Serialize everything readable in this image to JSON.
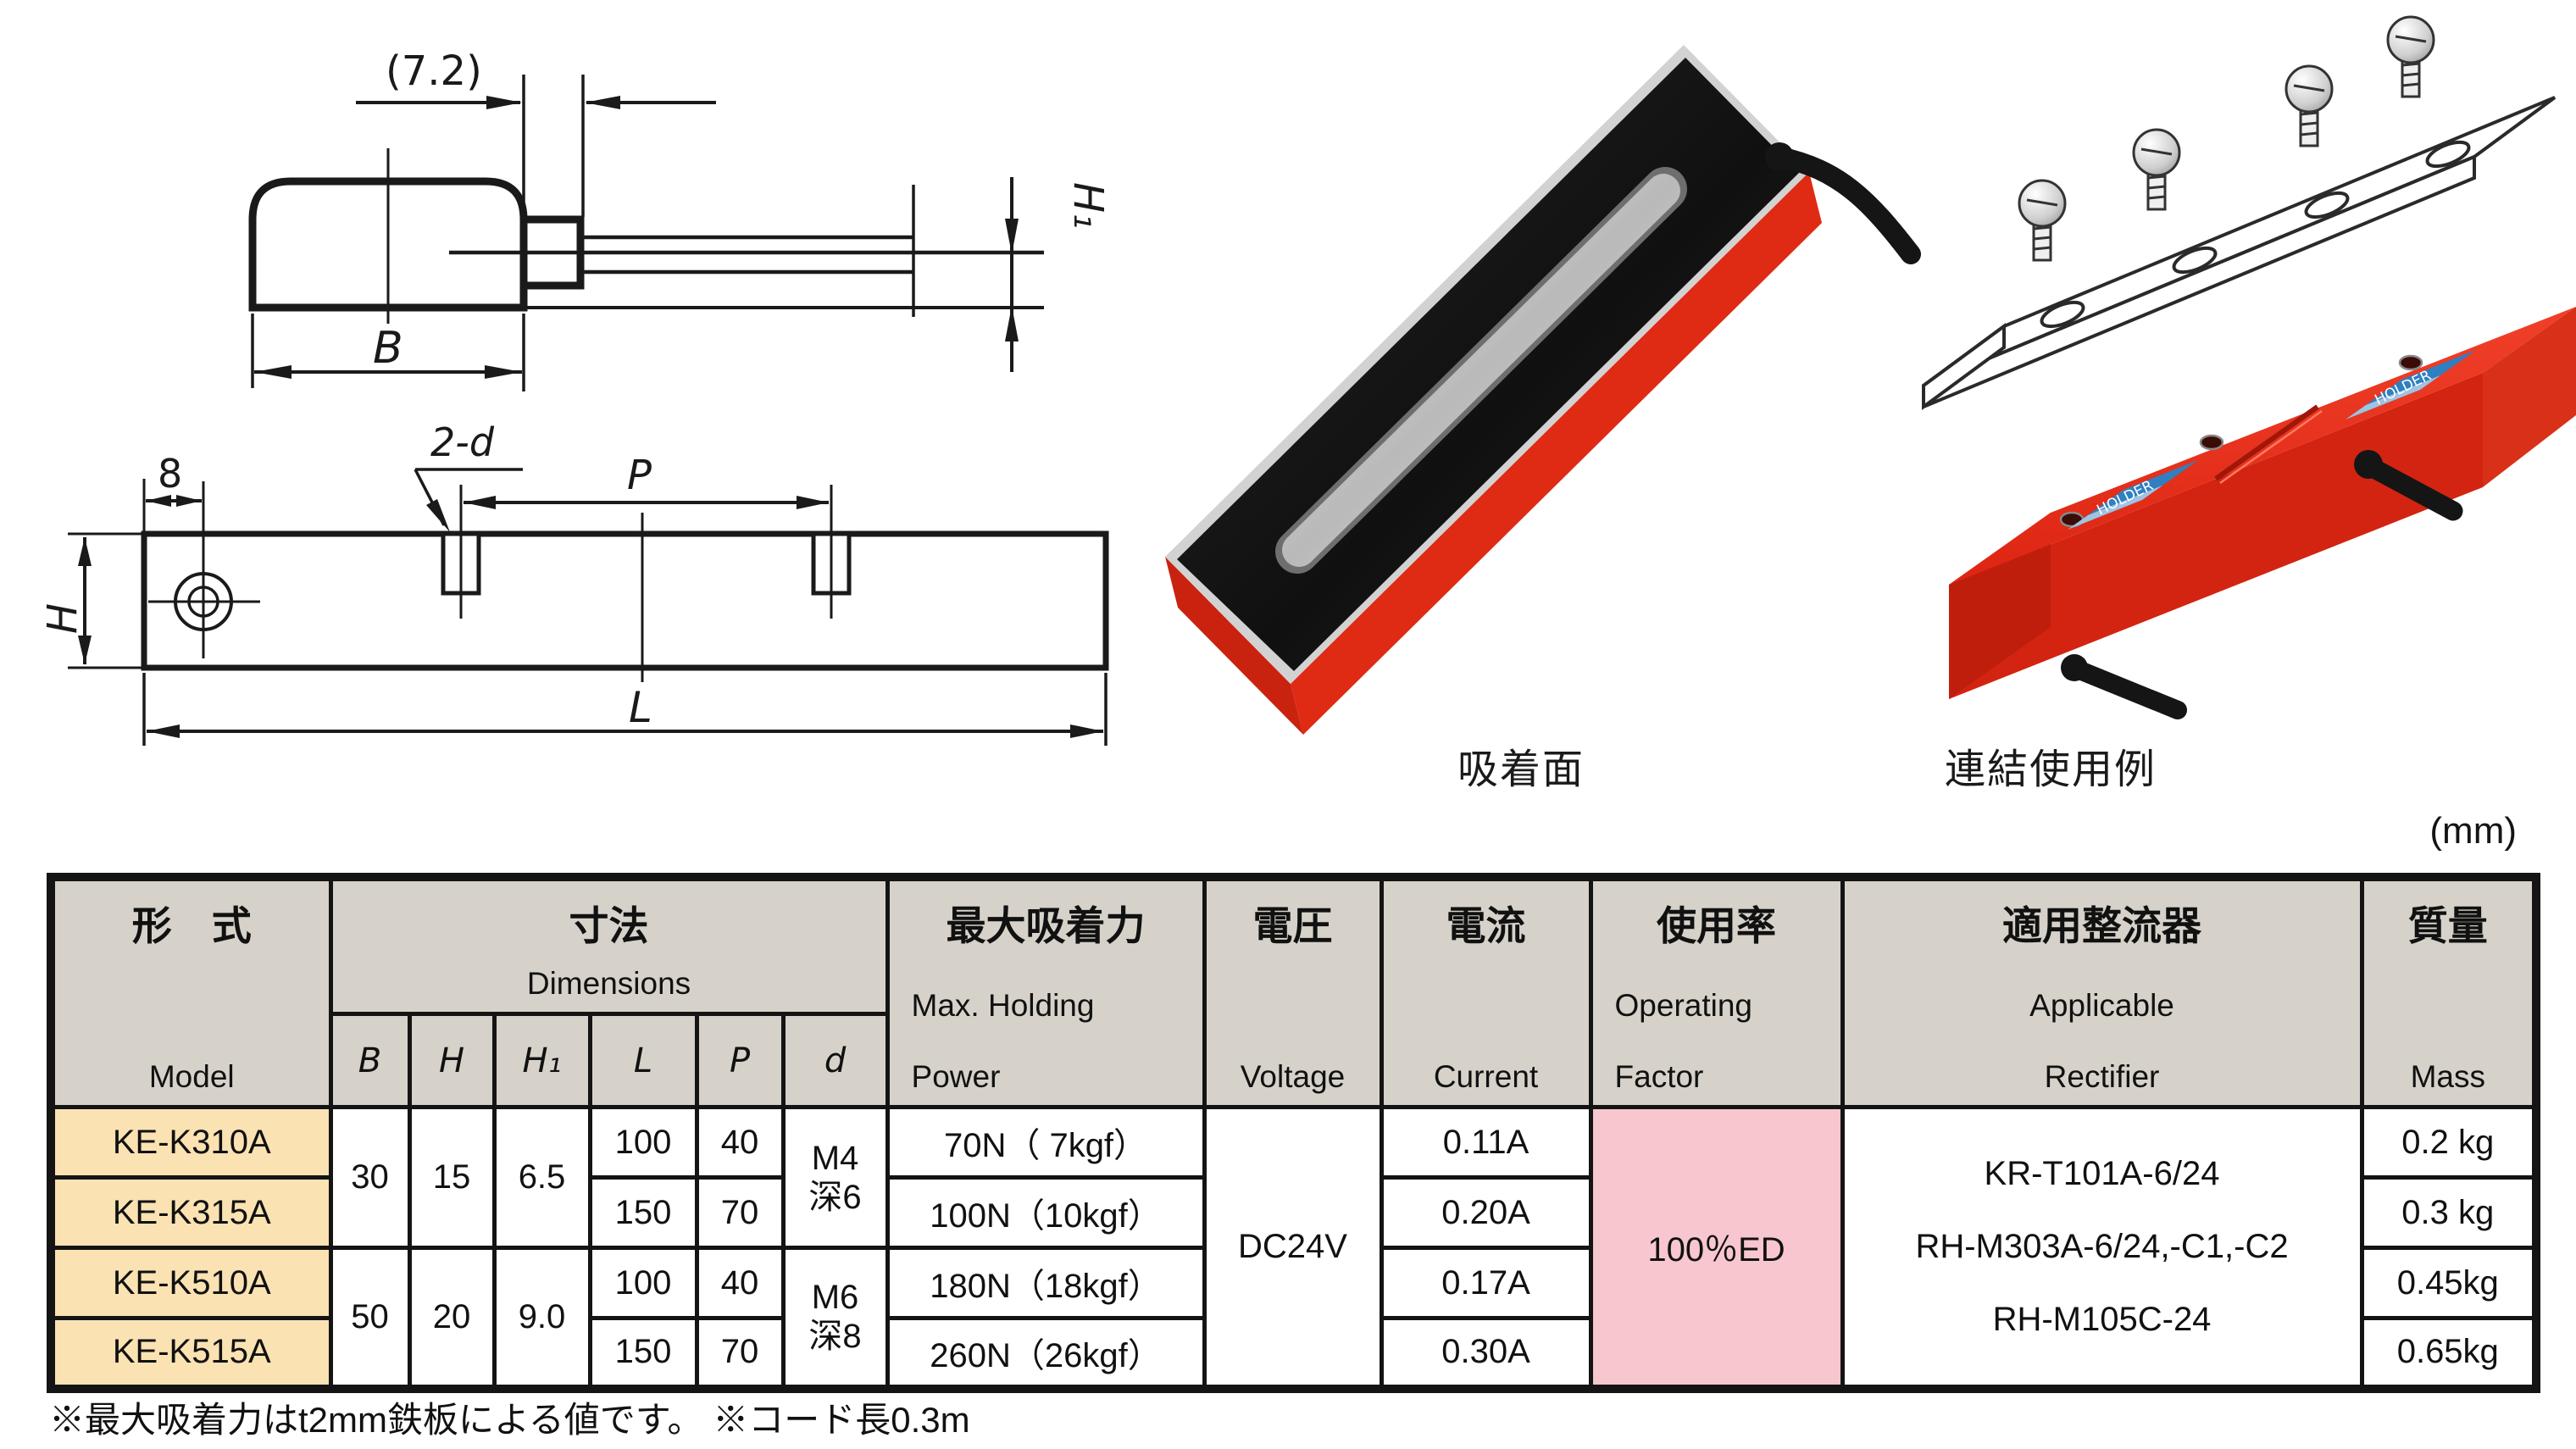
{
  "captions": {
    "adsorption_face": "吸着面",
    "linked_usage": "連結使用例",
    "unit": "(mm)",
    "holder_label": "HOLDER"
  },
  "drawings": {
    "side": {
      "dim_top": "(7.2)",
      "dim_width": "B",
      "dim_height": "H₁"
    },
    "plan": {
      "dim_edge": "8",
      "dim_height": "H",
      "dim_holes": "2-d",
      "dim_pitch": "P",
      "dim_length": "L"
    }
  },
  "table": {
    "header": {
      "model_jp": "形　式",
      "model_en": "Model",
      "dims_jp": "寸法",
      "dims_en": "Dimensions",
      "dim_letters": [
        "B",
        "H",
        "H₁",
        "L",
        "P",
        "d"
      ],
      "power_jp": "最大吸着力",
      "power_en1": "Max. Holding",
      "power_en2": "Power",
      "voltage_jp": "電圧",
      "voltage_en": "Voltage",
      "current_jp": "電流",
      "current_en": "Current",
      "duty_jp": "使用率",
      "duty_en1": "Operating",
      "duty_en2": "Factor",
      "rectifier_jp": "適用整流器",
      "rectifier_en1": "Applicable",
      "rectifier_en2": "Rectifier",
      "mass_jp": "質量",
      "mass_en": "Mass"
    },
    "rows": [
      {
        "model": "KE-K310A",
        "L": "100",
        "P": "40",
        "power": "70N（ 7kgf）",
        "current": "0.11A",
        "mass": "0.2  kg"
      },
      {
        "model": "KE-K315A",
        "L": "150",
        "P": "70",
        "power": "100N（10kgf）",
        "current": "0.20A",
        "mass": "0.3  kg"
      },
      {
        "model": "KE-K510A",
        "L": "100",
        "P": "40",
        "power": "180N（18kgf）",
        "current": "0.17A",
        "mass": "0.45kg"
      },
      {
        "model": "KE-K515A",
        "L": "150",
        "P": "70",
        "power": "260N（26kgf）",
        "current": "0.30A",
        "mass": "0.65kg"
      }
    ],
    "merged": {
      "B": [
        "30",
        "50"
      ],
      "H": [
        "15",
        "20"
      ],
      "H1": [
        "6.5",
        "9.0"
      ],
      "d": [
        {
          "l1": "M4",
          "l2": "深6"
        },
        {
          "l1": "M6",
          "l2": "深8"
        }
      ],
      "voltage": "DC24V",
      "duty": "100％ED",
      "rectifiers": [
        "KR-T101A-6/24",
        "RH-M303A-6/24,-C1,-C2",
        "RH-M105C-24"
      ]
    },
    "note": "※最大吸着力はt2mm鉄板による値です。 ※コード長0.3m"
  },
  "colors": {
    "body_red": "#e5311c",
    "label_blue": "#2f7fc1",
    "header_bg": "#d6d2ca",
    "model_bg": "#fbe2b3",
    "duty_bg": "#f8c6ce",
    "line": "#1a1a1a"
  }
}
